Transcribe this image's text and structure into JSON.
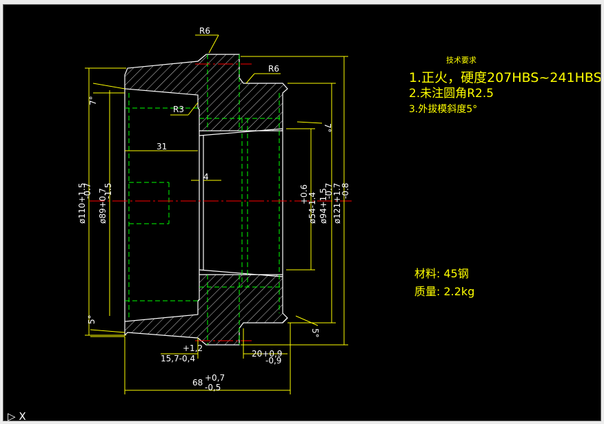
{
  "notes": {
    "title": "技术要求",
    "line1": "1.正火，硬度207HBS~241HBS",
    "line2": "2.未注圆角R2.5",
    "line3": "3.外拔模斜度5°"
  },
  "material": {
    "line1": "材料: 45钢",
    "line2": "质量: 2.2kg"
  },
  "dims": {
    "r6_top": "R6",
    "r6_right": "R6",
    "r3": "R3",
    "len31": "31",
    "len4": "4",
    "ang7_left": "7°",
    "ang7_right": "7°",
    "ang5_left": "5°",
    "ang5_right": "5°",
    "d110": "ø110+1.5",
    "d110_tol": "-0.7",
    "d89": "ø89+0.7",
    "d89_tol": "-1.5",
    "d54": "ø54-1.4",
    "d54_tol": "+0.6",
    "d94": "ø94+1.5",
    "d94_tol": "-0.7",
    "d121": "ø121+1.7",
    "d121_tol": "-0.8",
    "len15": "15,7-0,4",
    "len15_tol": "+1,2",
    "len20": "20+0,9",
    "len20_tol": "-0,9",
    "len68": "68",
    "len68_tol_up": "+0,7",
    "len68_tol_dn": "-0,5"
  },
  "ucs": {
    "label": "X"
  },
  "colors": {
    "background": "#000000",
    "outline": "#ffffff",
    "hidden": "#00ff00",
    "center": "#ff0000",
    "dimension": "#ffff00",
    "hatch": "#ffffff"
  }
}
